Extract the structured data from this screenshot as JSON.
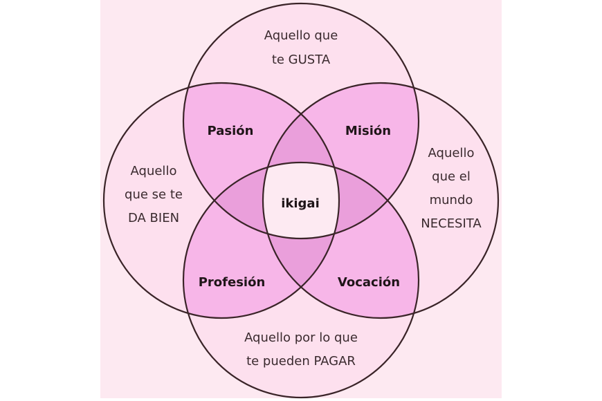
{
  "diagram": {
    "type": "venn-4",
    "title": "ikigai",
    "colors": {
      "background": "#fde9f1",
      "single": "#fde0ee",
      "double": "#f7b6e8",
      "triple": "#ea9fdb",
      "center": "#fdeaf2",
      "stroke": "#3a2428"
    },
    "circles": {
      "top": {
        "line1": "Aquello que",
        "line2": "te GUSTA"
      },
      "left": {
        "line1": "Aquello",
        "line2": "que se te",
        "line3": "DA BIEN"
      },
      "right": {
        "line1": "Aquello",
        "line2": "que el",
        "line3": "mundo",
        "line4": "NECESITA"
      },
      "bottom": {
        "line1": "Aquello por lo que",
        "line2": "te pueden PAGAR"
      }
    },
    "intersections": {
      "top_left": "Pasión",
      "top_right": "Misión",
      "bottom_left": "Profesión",
      "bottom_right": "Vocación",
      "center": "ikigai"
    }
  }
}
